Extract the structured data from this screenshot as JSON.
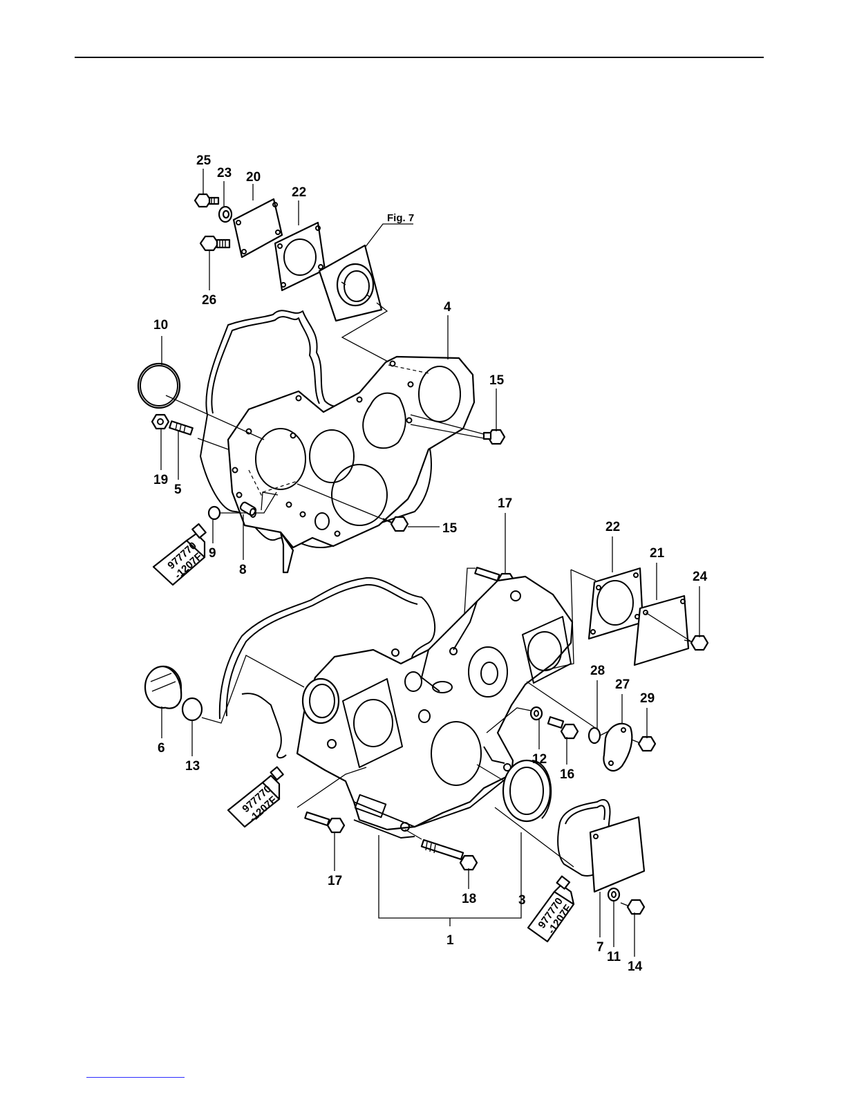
{
  "figure": {
    "reference": "Fig. 7",
    "tube_text_1": "977770",
    "tube_text_2": "-1207F",
    "parts": [
      {
        "label": "25"
      },
      {
        "label": "23"
      },
      {
        "label": "20"
      },
      {
        "label": "22"
      },
      {
        "label": "26"
      },
      {
        "label": "10"
      },
      {
        "label": "4"
      },
      {
        "label": "15"
      },
      {
        "label": "19"
      },
      {
        "label": "5"
      },
      {
        "label": "9"
      },
      {
        "label": "8"
      },
      {
        "label": "15"
      },
      {
        "label": "17"
      },
      {
        "label": "22"
      },
      {
        "label": "21"
      },
      {
        "label": "24"
      },
      {
        "label": "28"
      },
      {
        "label": "27"
      },
      {
        "label": "29"
      },
      {
        "label": "6"
      },
      {
        "label": "13"
      },
      {
        "label": "12"
      },
      {
        "label": "16"
      },
      {
        "label": "17"
      },
      {
        "label": "18"
      },
      {
        "label": "3"
      },
      {
        "label": "1"
      },
      {
        "label": "7"
      },
      {
        "label": "11"
      },
      {
        "label": "14"
      }
    ]
  }
}
